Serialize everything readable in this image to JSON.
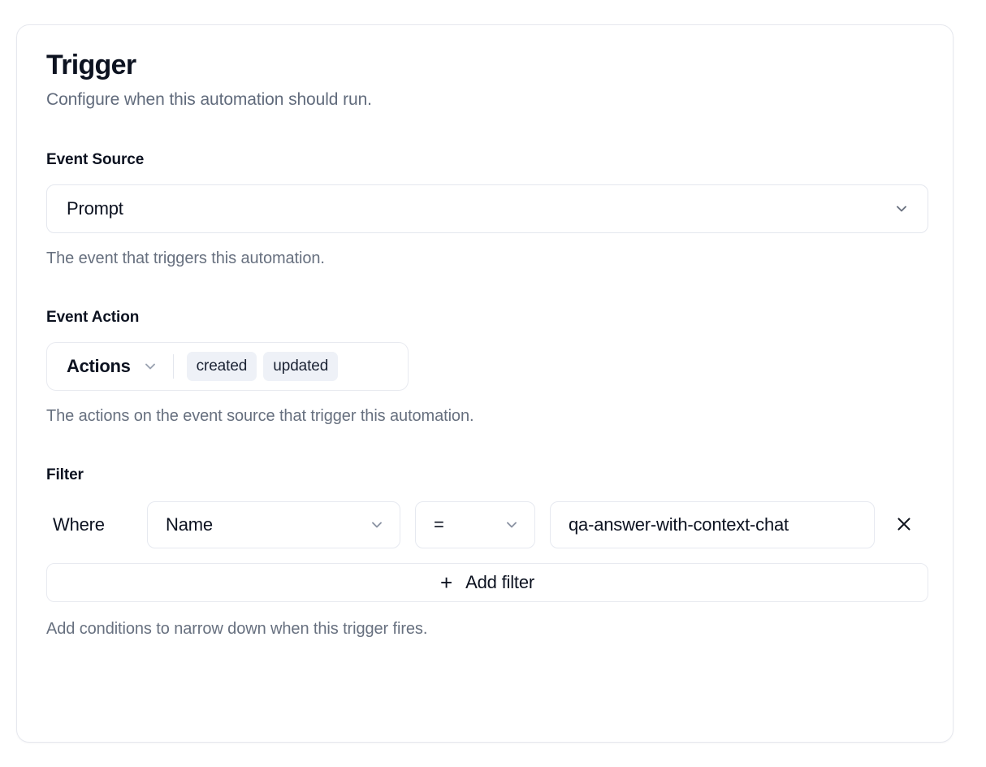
{
  "card": {
    "title": "Trigger",
    "subtitle": "Configure when this automation should run."
  },
  "event_source": {
    "label": "Event Source",
    "selected": "Prompt",
    "chevron_icon": "chevron-down-icon",
    "help": "The event that triggers this automation."
  },
  "event_action": {
    "label": "Event Action",
    "dropdown_label": "Actions",
    "chevron_icon": "chevron-down-icon",
    "chips": [
      "created",
      "updated"
    ],
    "help": "The actions on the event source that trigger this automation.",
    "chip_bg": "#eef1f7"
  },
  "filter": {
    "label": "Filter",
    "where_label": "Where",
    "field": "Name",
    "operator": "=",
    "value": "qa-answer-with-context-chat",
    "remove_icon": "close-icon",
    "add_filter_label": "Add filter",
    "add_filter_icon": "plus-icon",
    "help": "Add conditions to narrow down when this trigger fires."
  },
  "colors": {
    "text_primary": "#0c1220",
    "text_muted": "#616b7c",
    "border": "#e6e8ee",
    "card_bg": "#ffffff",
    "page_bg": "#ffffff"
  }
}
